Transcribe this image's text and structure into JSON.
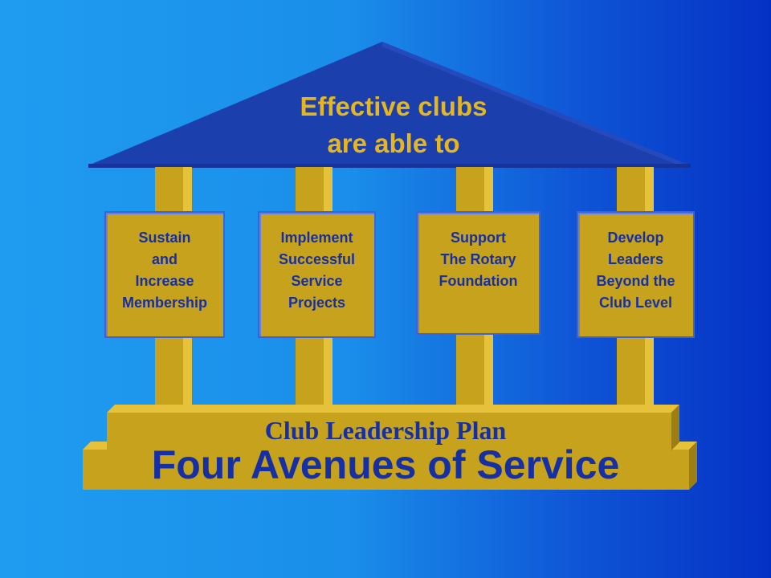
{
  "roof": {
    "line1": "Effective clubs",
    "line2": "are able to"
  },
  "pillars": [
    {
      "lines": [
        "Sustain",
        "and",
        "Increase",
        "Membership"
      ]
    },
    {
      "lines": [
        "Implement",
        "Successful",
        "Service",
        "Projects"
      ]
    },
    {
      "lines": [
        "Support",
        "The Rotary",
        "Foundation"
      ]
    },
    {
      "lines": [
        "Develop",
        "Leaders",
        "Beyond the",
        "Club Level"
      ]
    }
  ],
  "upper_band": {
    "label": "Club Leadership Plan"
  },
  "lower_band": {
    "label": "Four Avenues of Service"
  },
  "colors": {
    "gold": "#c7a21c",
    "gold_light": "#e6c23a",
    "roof_blue": "#1c3fae",
    "text_blue": "#1630a4",
    "roof_text_gold": "#e6b620"
  }
}
